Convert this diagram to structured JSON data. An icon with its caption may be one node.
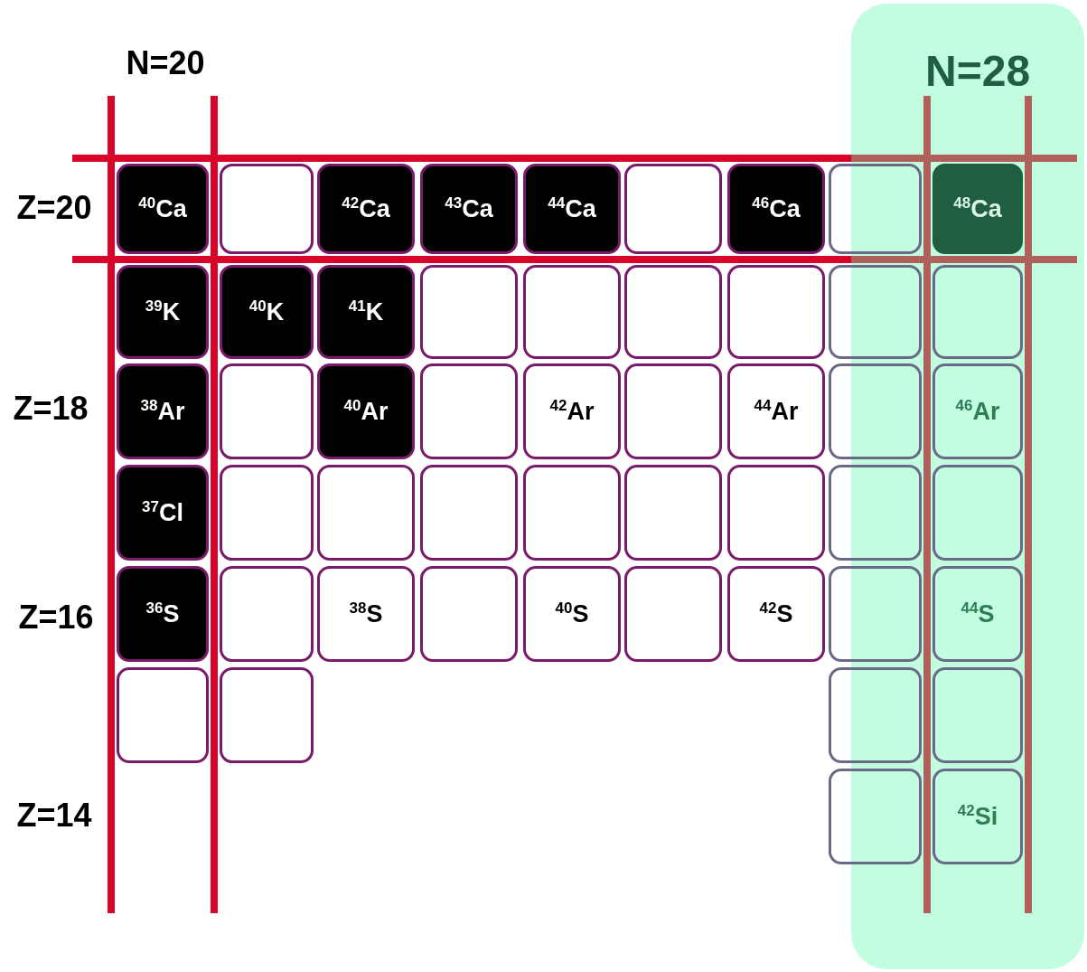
{
  "diagram": {
    "nodes": [
      {
        "text": [
          "$^{40}$Ca"
        ]
      },
      {
        "text": [],
        "shape": "box"
      },
      {
        "text": [
          "$^{42}$Ca"
        ]
      },
      {
        "text": [
          "$^{43}$Ca"
        ]
      },
      {
        "text": [
          "$^{44}$Ca"
        ]
      },
      {
        "text": [],
        "shape": "box"
      },
      {
        "text": [
          "$^{46}$Ca"
        ]
      },
      {
        "text": [],
        "shape": "box"
      },
      {
        "text": [
          "$^{48}$Ca"
        ]
      },
      {
        "text": [
          "$^{39}$K"
        ]
      },
      {
        "text": [
          "$^{40}$K"
        ]
      },
      {
        "text": [
          "$^{41}$K"
        ]
      },
      {
        "text": [],
        "shape": "box"
      },
      {
        "text": [],
        "shape": "box"
      },
      {
        "text": [],
        "shape": "box"
      },
      {
        "text": [],
        "shape": "box"
      },
      {
        "text": [],
        "shape": "box"
      },
      {
        "text": [],
        "shape": "box"
      },
      {
        "text": [
          "$^{38}$Ar"
        ]
      },
      {
        "text": [],
        "shape": "box"
      },
      {
        "text": [
          "$^{40}$Ar"
        ]
      },
      {
        "text": [],
        "shape": "box"
      },
      {
        "text": [
          "$^{42}$Ar"
        ]
      },
      {
        "text": [],
        "shape": "box"
      },
      {
        "text": [
          "$^{44}$Ar"
        ]
      },
      {
        "text": [],
        "shape": "box"
      },
      {
        "text": [
          "$^{46}$Ar"
        ]
      },
      {
        "text": [
          "$^{37}$Cl"
        ]
      },
      {
        "text": [],
        "shape": "box"
      },
      {
        "text": [],
        "shape": "box"
      },
      {
        "text": [],
        "shape": "box"
      },
      {
        "text": [],
        "shape": "box"
      },
      {
        "text": [],
        "shape": "box"
      },
      {
        "text": [],
        "shape": "box"
      },
      {
        "text": [],
        "shape": "box"
      },
      {
        "text": [],
        "shape": "box"
      },
      {
        "text": [
          "$^{36}$S"
        ]
      },
      {
        "text": [],
        "shape": "box"
      },
      {
        "text": [
          "$^{38}$S"
        ]
      },
      {
        "text": [],
        "shape": "box"
      },
      {
        "text": [
          "$^{40}$S"
        ]
      },
      {
        "text": [],
        "shape": "box"
      },
      {
        "text": [
          "$^{42}$S"
        ]
      },
      {
        "text": [],
        "shape": "box"
      },
      {
        "text": [
          "$^{44}$S"
        ]
      },
      {
        "text": [],
        "shape": "box"
      },
      {
        "text": [],
        "shape": "box"
      },
      {
        "text": [],
        "shape": "box"
      },
      {
        "text": [],
        "shape": "box"
      },
      {
        "text": [],
        "shape": "box"
      },
      {
        "text": [
          "$^{42}$Si"
        ]
      }
    ],
    "labels": [
      "N=20",
      "N=28",
      "Z=20",
      "Z=18",
      "Z=16",
      "Z=14"
    ]
  }
}
